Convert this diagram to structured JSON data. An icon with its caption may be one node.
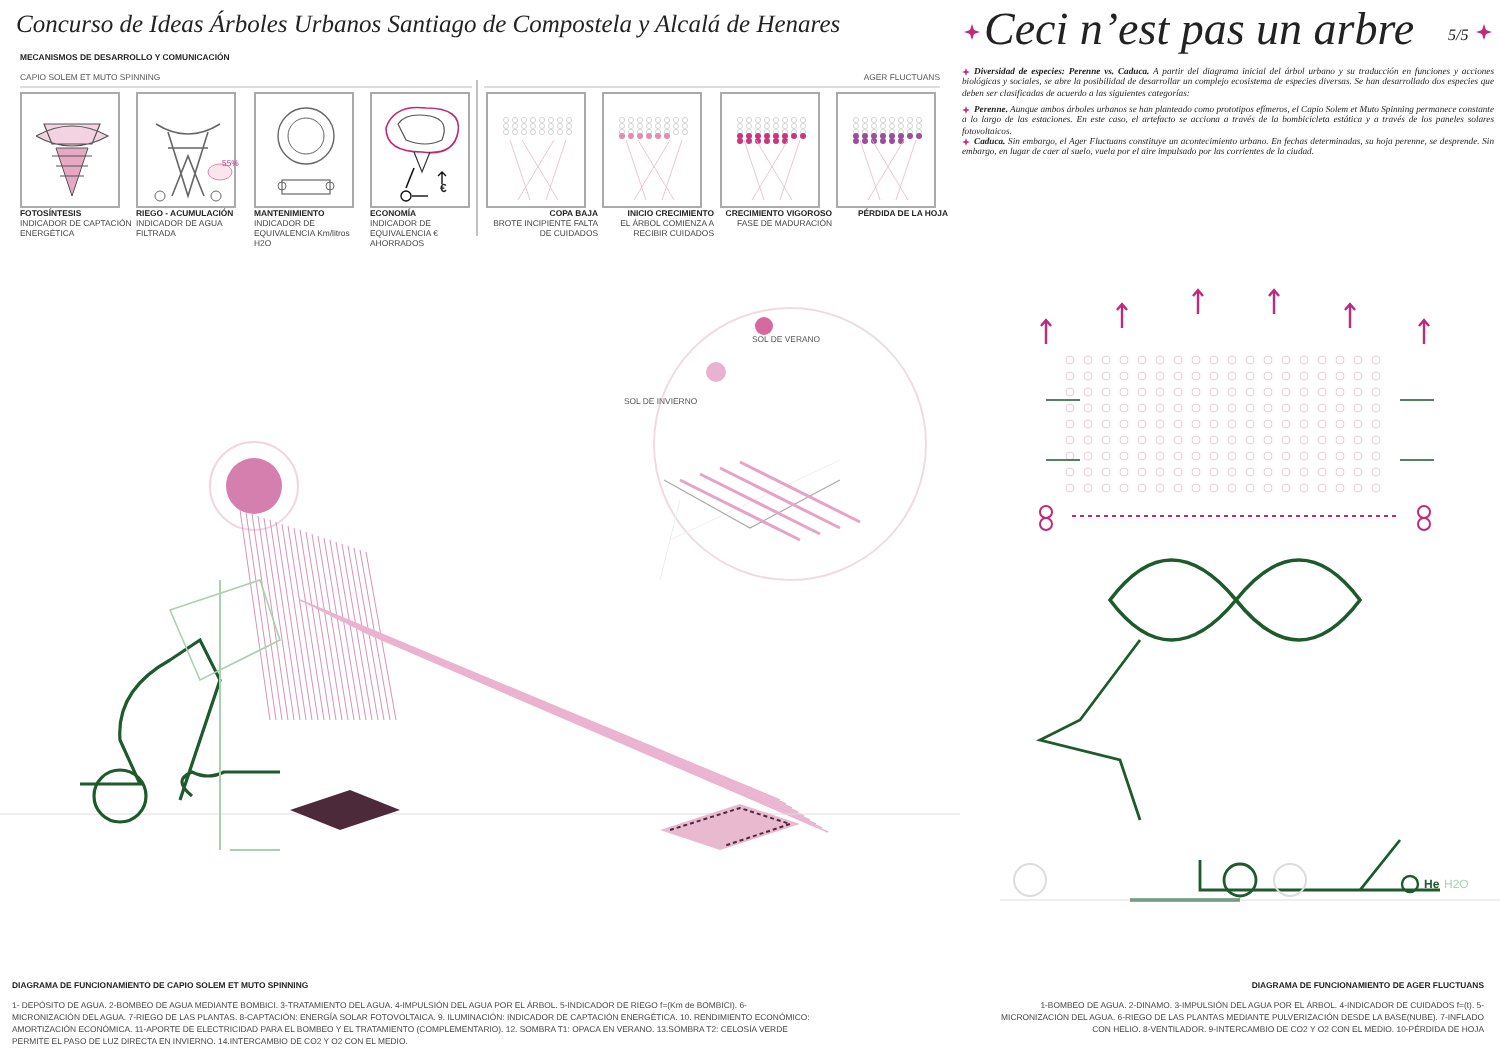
{
  "diagram": {
    "title": "Concurso de Ideas Árboles Urbanos Santiago de Compostela y Alcalá de Henares",
    "nodes": [
      {
        "text": [
          "FOTOSÍNTESIS",
          "INDICADOR DE CAPTACIÓN ENERGÉTICA"
        ]
      },
      {
        "text": [
          "RIEGO - ACUMULACIÓN",
          "INDICADOR DE AGUA FILTRADA"
        ]
      },
      {
        "text": [
          "MANTENIMIENTO",
          "INDICADOR DE EQUIVALENCIA Km/litros H2O"
        ]
      },
      {
        "text": [
          "ECONOMÍA",
          "INDICADOR DE EQUIVALENCIA € AHORRADOS"
        ]
      },
      {
        "text": [
          "COPA BAJA",
          "BROTE INCIPIENTE FALTA DE CUIDADOS"
        ]
      },
      {
        "text": [
          "INICIO CRECIMIENTO",
          "EL ÁRBOL COMIENZA A RECIBIR CUIDADOS"
        ]
      },
      {
        "text": [
          "CRECIMIENTO VIGOROSO",
          "FASE DE MADURACIÓN"
        ]
      },
      {
        "text": [
          "PÉRDIDA DE LA HOJA"
        ]
      }
    ],
    "edges": [],
    "labels": [
      "Ceci n’est pas un arbre",
      "5/5",
      "**Diversidad de especies: Perenne vs. Caduca.** A partir del diagrama inicial del árbol urbano y su traducción en funciones y acciones biológicas y sociales, se abre la posibilidad de desarrollar un complejo ecosistema de especies diversas. Se han desarrollado dos especies que deben ser clasificadas de acuerdo a las siguientes categorías:",
      "**Perenne.** Aunque ambos árboles urbanos se han planteado como prototipos efímeros, el Capio Solem et Muto Spinning permanece constante a lo largo de las estaciones. En este caso, el artefacto se acciona a través de la bombicicleta estática y a través de los paneles solares fotovoltaicos.",
      "**Caduca.** Sin embargo, el Ager Fluctuans constituye un acontecimiento urbano. En fechas determinadas, su hoja perenne, se desprende. Sin embargo, en lugar de caer al suelo, vuela por el aire impulsado por las corrientes de la ciudad.",
      "MECANISMOS DE DESARROLLO Y COMUNICACIÓN",
      "CAPIO SOLEM ET MUTO SPINNING",
      "AGER FLUCTUANS",
      "55%",
      "€",
      "SOL DE VERANO",
      "SOL DE INVIERNO",
      "He",
      "H2O",
      "DIAGRAMA DE FUNCIONAMIENTO DE CAPIO SOLEM ET MUTO SPINNING",
      "1- DEPÓSITO DE AGUA. 2-BOMBEO DE AGUA MEDIANTE BOMBICI. 3-TRATAMIENTO DEL AGUA. 4-IMPULSIÓN DEL AGUA POR EL ÁRBOL. 5-INDICADOR DE RIEGO f=(Km de BOMBICI). 6-MICRONIZACIÓN DEL AGUA. 7-RIEGO DE LAS PLANTAS. 8-CAPTACIÓN: ENERGÍA SOLAR FOTOVOLTAICA. 9. ILUMINACIÓN: INDICADOR DE CAPTACIÓN ENERGÉTICA. 10. RENDIMIENTO ECONÓMICO: AMORTIZACIÓN ECONÓMICA. 11-APORTE DE ELECTRICIDAD PARA EL BOMBEO Y EL TRATAMIENTO (COMPLEMENTARIO). 12. SOMBRA T1: OPACA EN VERANO. 13.SOMBRA T2: CELOSÍA VERDE PERMITE EL PASO DE LUZ DIRECTA EN INVIERNO. 14.INTERCAMBIO DE CO2 Y O2 CON EL MEDIO.",
      "DIAGRAMA DE FUNCIONAMIENTO DE AGER FLUCTUANS",
      "1-BOMBEO DE AGUA. 2-DINAMO. 3-IMPULSIÓN DEL AGUA POR EL ÁRBOL. 4-INDICADOR DE CUIDADOS f=(t). 5-MICRONIZACIÓN DEL AGUA. 6-RIEGO DE LAS PLANTAS MEDIANTE PULVERIZACIÓN DESDE LA BASE(NUBE). 7-INFLADO CON HELIO. 8-VENTILADOR. 9-INTERCAMBIO DE CO2 Y O2 CON EL MEDIO. 10-PÉRDIDA DE HOJA"
    ]
  }
}
